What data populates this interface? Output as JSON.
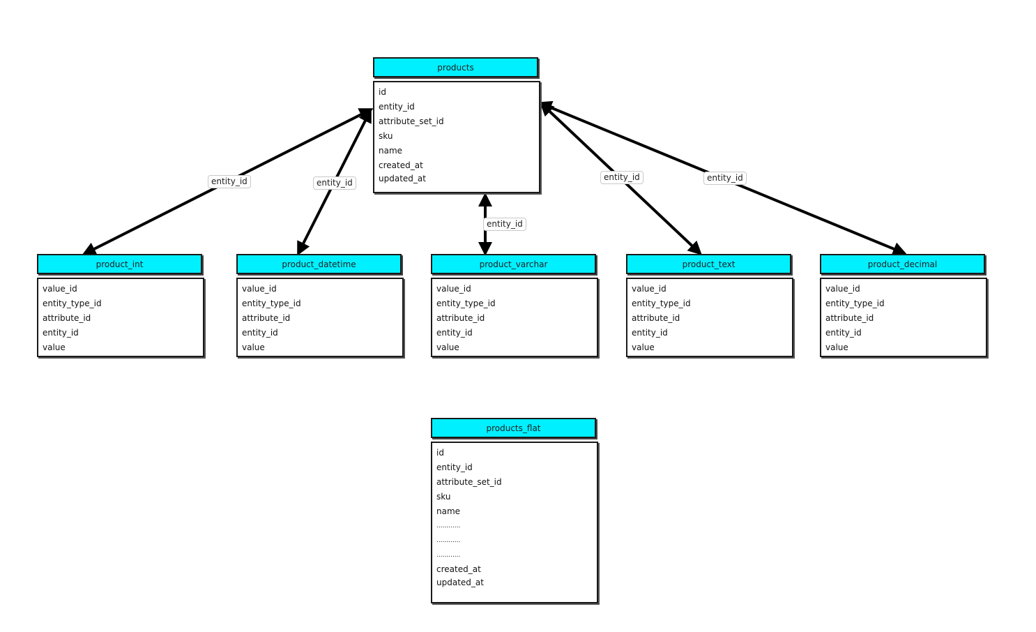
{
  "tables": {
    "products": {
      "title": "products",
      "fields": [
        "id",
        "entity_id",
        "attribute_set_id",
        "sku",
        "name",
        "created_at",
        "updated_at"
      ]
    },
    "product_int": {
      "title": "product_int",
      "fields": [
        "value_id",
        "entity_type_id",
        "attribute_id",
        "entity_id",
        "value"
      ]
    },
    "product_datetime": {
      "title": "product_datetime",
      "fields": [
        "value_id",
        "entity_type_id",
        "attribute_id",
        "entity_id",
        "value"
      ]
    },
    "product_varchar": {
      "title": "product_varchar",
      "fields": [
        "value_id",
        "entity_type_id",
        "attribute_id",
        "entity_id",
        "value"
      ]
    },
    "product_text": {
      "title": "product_text",
      "fields": [
        "value_id",
        "entity_type_id",
        "attribute_id",
        "entity_id",
        "value"
      ]
    },
    "product_decimal": {
      "title": "product_decimal",
      "fields": [
        "value_id",
        "entity_type_id",
        "attribute_id",
        "entity_id",
        "value"
      ]
    },
    "products_flat": {
      "title": "products_flat",
      "fields": [
        "id",
        "entity_id",
        "attribute_set_id",
        "sku",
        "name",
        "............",
        "............",
        "............",
        "created_at",
        "updated_at"
      ]
    }
  },
  "relations": [
    {
      "from": "products",
      "to": "product_int",
      "label": "entity_id"
    },
    {
      "from": "products",
      "to": "product_datetime",
      "label": "entity_id"
    },
    {
      "from": "products",
      "to": "product_varchar",
      "label": "entity_id"
    },
    {
      "from": "products",
      "to": "product_text",
      "label": "entity_id"
    },
    {
      "from": "products",
      "to": "product_decimal",
      "label": "entity_id"
    }
  ],
  "colors": {
    "header_fill": "#00f0ff",
    "line": "#000000"
  }
}
